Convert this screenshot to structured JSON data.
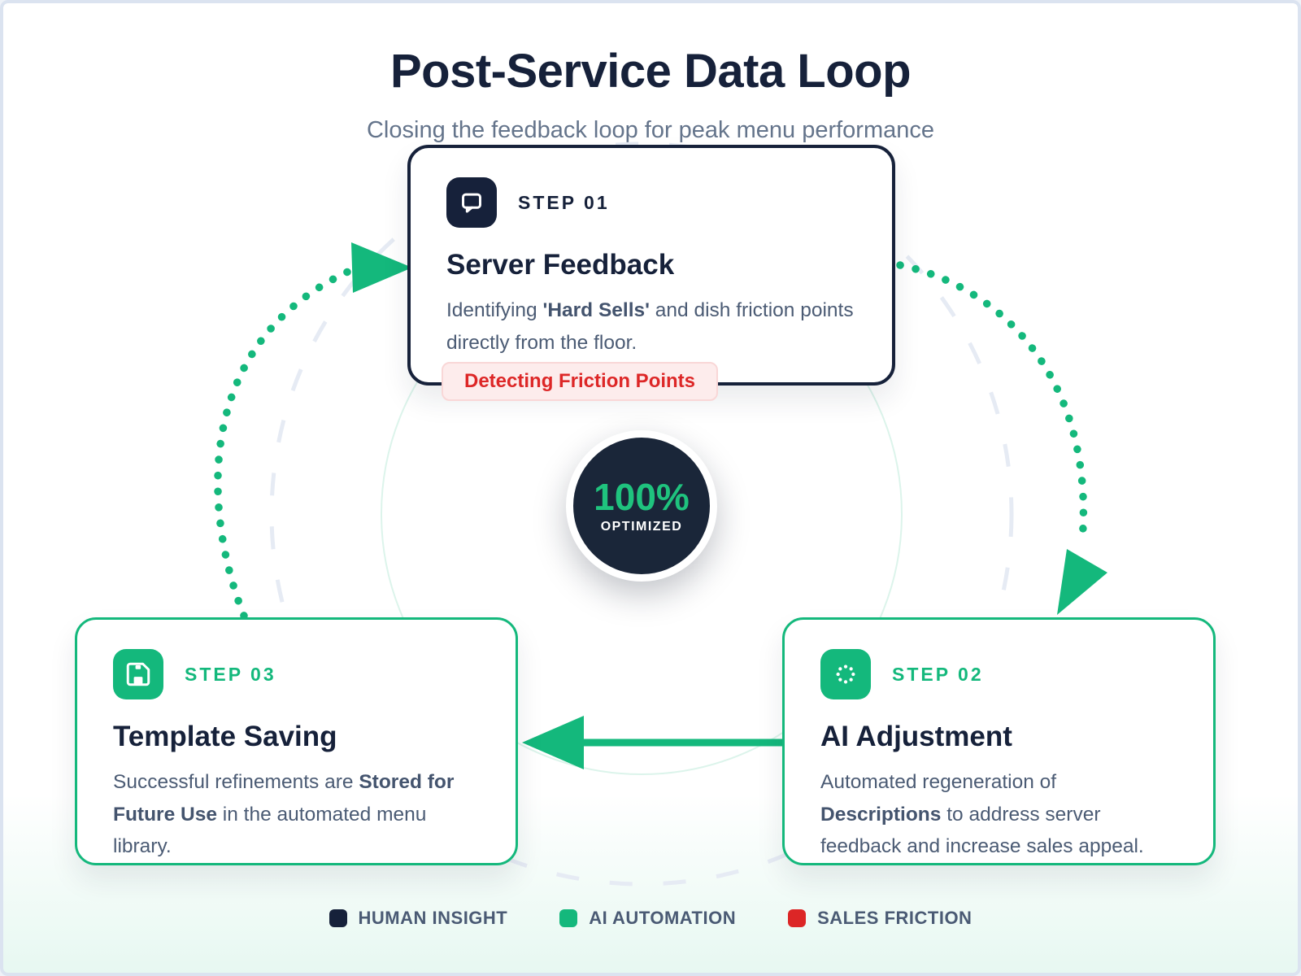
{
  "header": {
    "title": "Post-Service Data Loop",
    "subtitle": "Closing the feedback loop for peak menu performance"
  },
  "center_badge": {
    "value": "100%",
    "label": "OPTIMIZED"
  },
  "steps": [
    {
      "label": "STEP 01",
      "title": "Server Feedback",
      "icon": "chat-bubble-icon",
      "theme": "dark",
      "desc_parts": [
        {
          "text": "Identifying "
        },
        {
          "text": "'Hard Sells'",
          "bold": true
        },
        {
          "text": " and dish friction points directly from the floor."
        }
      ],
      "badge": "Detecting Friction Points"
    },
    {
      "label": "STEP 02",
      "title": "AI Adjustment",
      "icon": "spinner-dots-icon",
      "theme": "green",
      "desc_parts": [
        {
          "text": "Automated regeneration of "
        },
        {
          "text": "Descriptions",
          "bold": true
        },
        {
          "text": " to address server feedback and increase sales appeal."
        }
      ]
    },
    {
      "label": "STEP 03",
      "title": "Template Saving",
      "icon": "save-icon",
      "theme": "green",
      "desc_parts": [
        {
          "text": "Successful refinements are "
        },
        {
          "text": "Stored for Future Use",
          "bold": true
        },
        {
          "text": " in the automated menu library."
        }
      ]
    }
  ],
  "legend": [
    {
      "label": "HUMAN INSIGHT",
      "color": "#16213a"
    },
    {
      "label": "AI AUTOMATION",
      "color": "#14b87c"
    },
    {
      "label": "SALES FRICTION",
      "color": "#dc2626"
    }
  ],
  "colors": {
    "navy": "#16213a",
    "green": "#14b87c",
    "red": "#dd2727",
    "badge_bg": "#fdecec",
    "dashed_ring": "#e6ebf4"
  }
}
